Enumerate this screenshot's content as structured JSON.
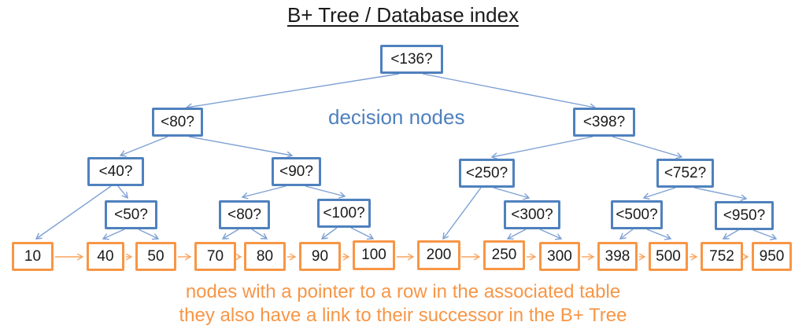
{
  "title": "B+ Tree / Database index",
  "labels": {
    "decision_nodes_caption": "decision nodes",
    "leaf_note_line1": "nodes with a pointer to a row in the associated table",
    "leaf_note_line2": "they also have a link to their successor in the B+ Tree"
  },
  "colors": {
    "decision_border": "#4f81bd",
    "decision_label_color": "#4f81bd",
    "edge_color": "#7da0d4",
    "leaf_border": "#f79646",
    "leaf_chain_color": "#f9a45c",
    "note_color": "#f79646",
    "node_text_color": "#1a1a1a",
    "title_color": "#1a1a1a",
    "bg": "#ffffff"
  },
  "tree": {
    "decision_nodes": [
      "<136?",
      "<80?",
      "<398?",
      "<40?",
      "<90?",
      "<250?",
      "<752?",
      "<50?",
      "<80?",
      "<100?",
      "<300?",
      "<500?",
      "<950?"
    ],
    "leaf_nodes": [
      "10",
      "40",
      "50",
      "70",
      "80",
      "90",
      "100",
      "200",
      "250",
      "300",
      "398",
      "500",
      "752",
      "950"
    ],
    "decision_edges": [
      {
        "from": "d0",
        "to": "d1"
      },
      {
        "from": "d0",
        "to": "d2"
      },
      {
        "from": "d1",
        "to": "d3"
      },
      {
        "from": "d1",
        "to": "d4"
      },
      {
        "from": "d2",
        "to": "d5"
      },
      {
        "from": "d2",
        "to": "d6"
      },
      {
        "from": "d3",
        "to": "l0"
      },
      {
        "from": "d3",
        "to": "d7"
      },
      {
        "from": "d4",
        "to": "d8"
      },
      {
        "from": "d4",
        "to": "d9"
      },
      {
        "from": "d5",
        "to": "l7"
      },
      {
        "from": "d5",
        "to": "d10"
      },
      {
        "from": "d6",
        "to": "d11"
      },
      {
        "from": "d6",
        "to": "d12"
      },
      {
        "from": "d7",
        "to": "l1"
      },
      {
        "from": "d7",
        "to": "l2"
      },
      {
        "from": "d8",
        "to": "l3"
      },
      {
        "from": "d8",
        "to": "l4"
      },
      {
        "from": "d9",
        "to": "l5"
      },
      {
        "from": "d9",
        "to": "l6"
      },
      {
        "from": "d10",
        "to": "l8"
      },
      {
        "from": "d10",
        "to": "l9"
      },
      {
        "from": "d11",
        "to": "l10"
      },
      {
        "from": "d11",
        "to": "l11"
      },
      {
        "from": "d12",
        "to": "l12"
      },
      {
        "from": "d12",
        "to": "l13"
      }
    ],
    "leaf_chain": [
      "10",
      "40",
      "50",
      "70",
      "80",
      "90",
      "100",
      "200",
      "250",
      "300",
      "398",
      "500",
      "752",
      "950"
    ]
  }
}
